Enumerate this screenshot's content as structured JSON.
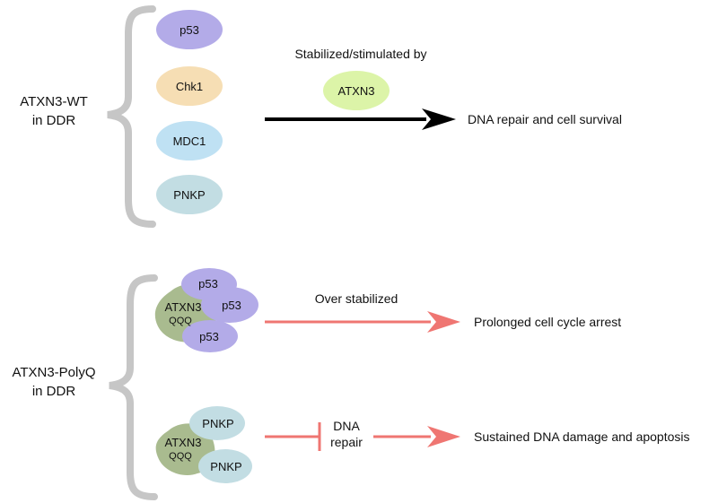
{
  "colors": {
    "bracket": "#c6c6c6",
    "p53": "#b3abe8",
    "chk1": "#f6deb4",
    "mdc1": "#bfe1f3",
    "pnkp": "#c2dde3",
    "atxn3": "#dcf4a8",
    "atxn3_qqq": "#a9bb8f",
    "black_arrow": "#000000",
    "red_arrow": "#ef7672"
  },
  "wt": {
    "label_line1": "ATXN3-WT",
    "label_line2": "in DDR",
    "proteins": [
      "p53",
      "Chk1",
      "MDC1",
      "PNKP"
    ],
    "stabilized_text": "Stabilized/stimulated  by",
    "stabilizer": "ATXN3",
    "outcome": "DNA repair and cell survival"
  },
  "polyq": {
    "label_line1": "ATXN3-PolyQ",
    "label_line2": "in DDR",
    "complex1": {
      "core_line1": "ATXN3",
      "core_line2": "QQQ",
      "partners": [
        "p53",
        "p53",
        "p53"
      ],
      "arrow_label": "Over stabilized",
      "outcome": "Prolonged cell cycle arrest"
    },
    "complex2": {
      "core_line1": "ATXN3",
      "core_line2": "QQQ",
      "partners": [
        "PNKP",
        "PNKP"
      ],
      "inhibit_line1": "DNA",
      "inhibit_line2": "repair",
      "outcome": "Sustained DNA damage and apoptosis"
    }
  }
}
